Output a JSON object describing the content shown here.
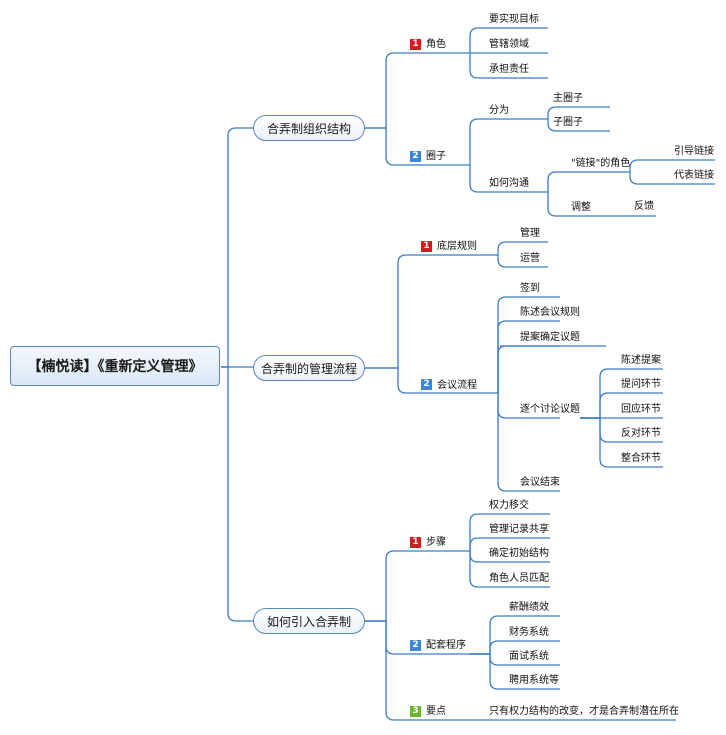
{
  "root": "【楠悦读】《重新定义管理》",
  "colors": {
    "line": "#3b7dc4",
    "priority_1": "#cc1f1f",
    "priority_2": "#3a86d8",
    "priority_3": "#6bb42b"
  },
  "branch1": {
    "title": "合弄制组织结构",
    "role": {
      "num": "1",
      "label": "角色",
      "items": [
        "要实现目标",
        "管辖领域",
        "承担责任"
      ]
    },
    "circle": {
      "num": "2",
      "label": "圈子",
      "split": {
        "label": "分为",
        "items": [
          "主圈子",
          "子圈子"
        ]
      },
      "communicate": {
        "label": "如何沟通",
        "link_role": {
          "label": "\"链接\"的角色",
          "items": [
            "引导链接",
            "代表链接"
          ]
        },
        "adjust": {
          "label": "调整",
          "items": [
            "反馈"
          ]
        }
      }
    }
  },
  "branch2": {
    "title": "合弄制的管理流程",
    "base_rules": {
      "num": "1",
      "label": "底层规则",
      "items": [
        "管理",
        "运营"
      ]
    },
    "meeting": {
      "num": "2",
      "label": "会议流程",
      "items": [
        "签到",
        "陈述会议规则",
        "提案确定议题"
      ],
      "discuss": {
        "label": "逐个讨论议题",
        "items": [
          "陈述提案",
          "提问环节",
          "回应环节",
          "反对环节",
          "整合环节"
        ]
      },
      "end": "会议结束"
    }
  },
  "branch3": {
    "title": "如何引入合弄制",
    "steps": {
      "num": "1",
      "label": "步骤",
      "items": [
        "权力移交",
        "管理记录共享",
        "确定初始结构",
        "角色人员匹配"
      ]
    },
    "support": {
      "num": "2",
      "label": "配套程序",
      "items": [
        "薪酬绩效",
        "财务系统",
        "面试系统",
        "聘用系统等"
      ]
    },
    "key": {
      "num": "3",
      "label": "要点",
      "text": "只有权力结构的改变，才是合弄制潜在所在"
    }
  }
}
